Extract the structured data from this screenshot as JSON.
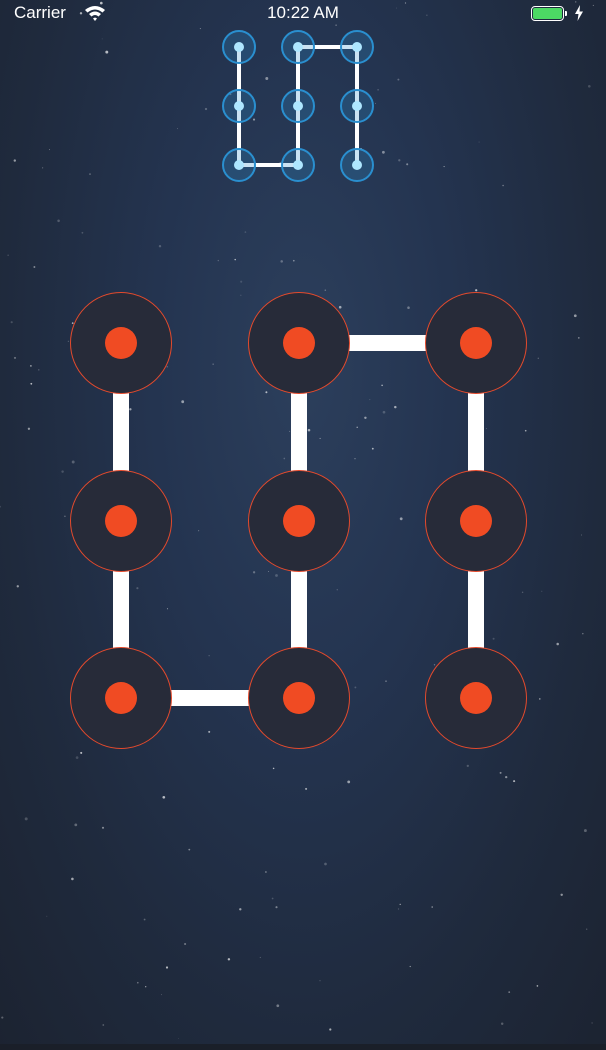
{
  "status_bar": {
    "carrier": "Carrier",
    "time": "10:22 AM",
    "battery_level": 1.0,
    "battery_color": "#4cd964",
    "icons": [
      "wifi-icon",
      "battery-icon",
      "charging-bolt-icon"
    ]
  },
  "pattern": {
    "grid": "3x3",
    "selected_nodes": [
      0,
      3,
      6,
      7,
      4,
      1,
      2,
      5,
      8
    ],
    "path_complete": true
  },
  "preview": {
    "selected_nodes": [
      0,
      3,
      6,
      7,
      4,
      1,
      2,
      5,
      8
    ],
    "stroke_color": "#ffffff",
    "ring_color": "#2a8fcf",
    "dot_color": "#aee7ff"
  },
  "colors": {
    "node_ring": "#e44a2c",
    "node_dot": "#f04b23",
    "node_fill": "#272b39",
    "connector": "#ffffff",
    "background": "#243450"
  }
}
